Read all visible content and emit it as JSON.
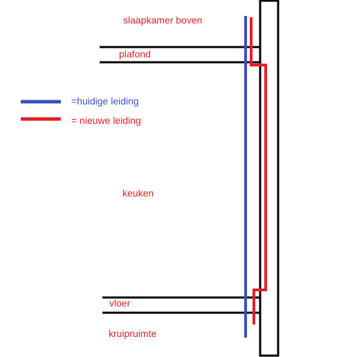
{
  "labels": {
    "slaapkamer": "slaapkamer boven",
    "plafond": "plafond",
    "keuken": "keuken",
    "vloer": "vloer",
    "kruipruimte": "kruipruimte"
  },
  "legend": {
    "current": "=huidige leiding",
    "new": "= nieuwe leiding"
  },
  "colors": {
    "current_pipe": "#3a4fc0",
    "new_pipe": "#e0202a",
    "structure": "#000000",
    "label_red": "#e0202a",
    "label_blue": "#3a4fc0"
  }
}
